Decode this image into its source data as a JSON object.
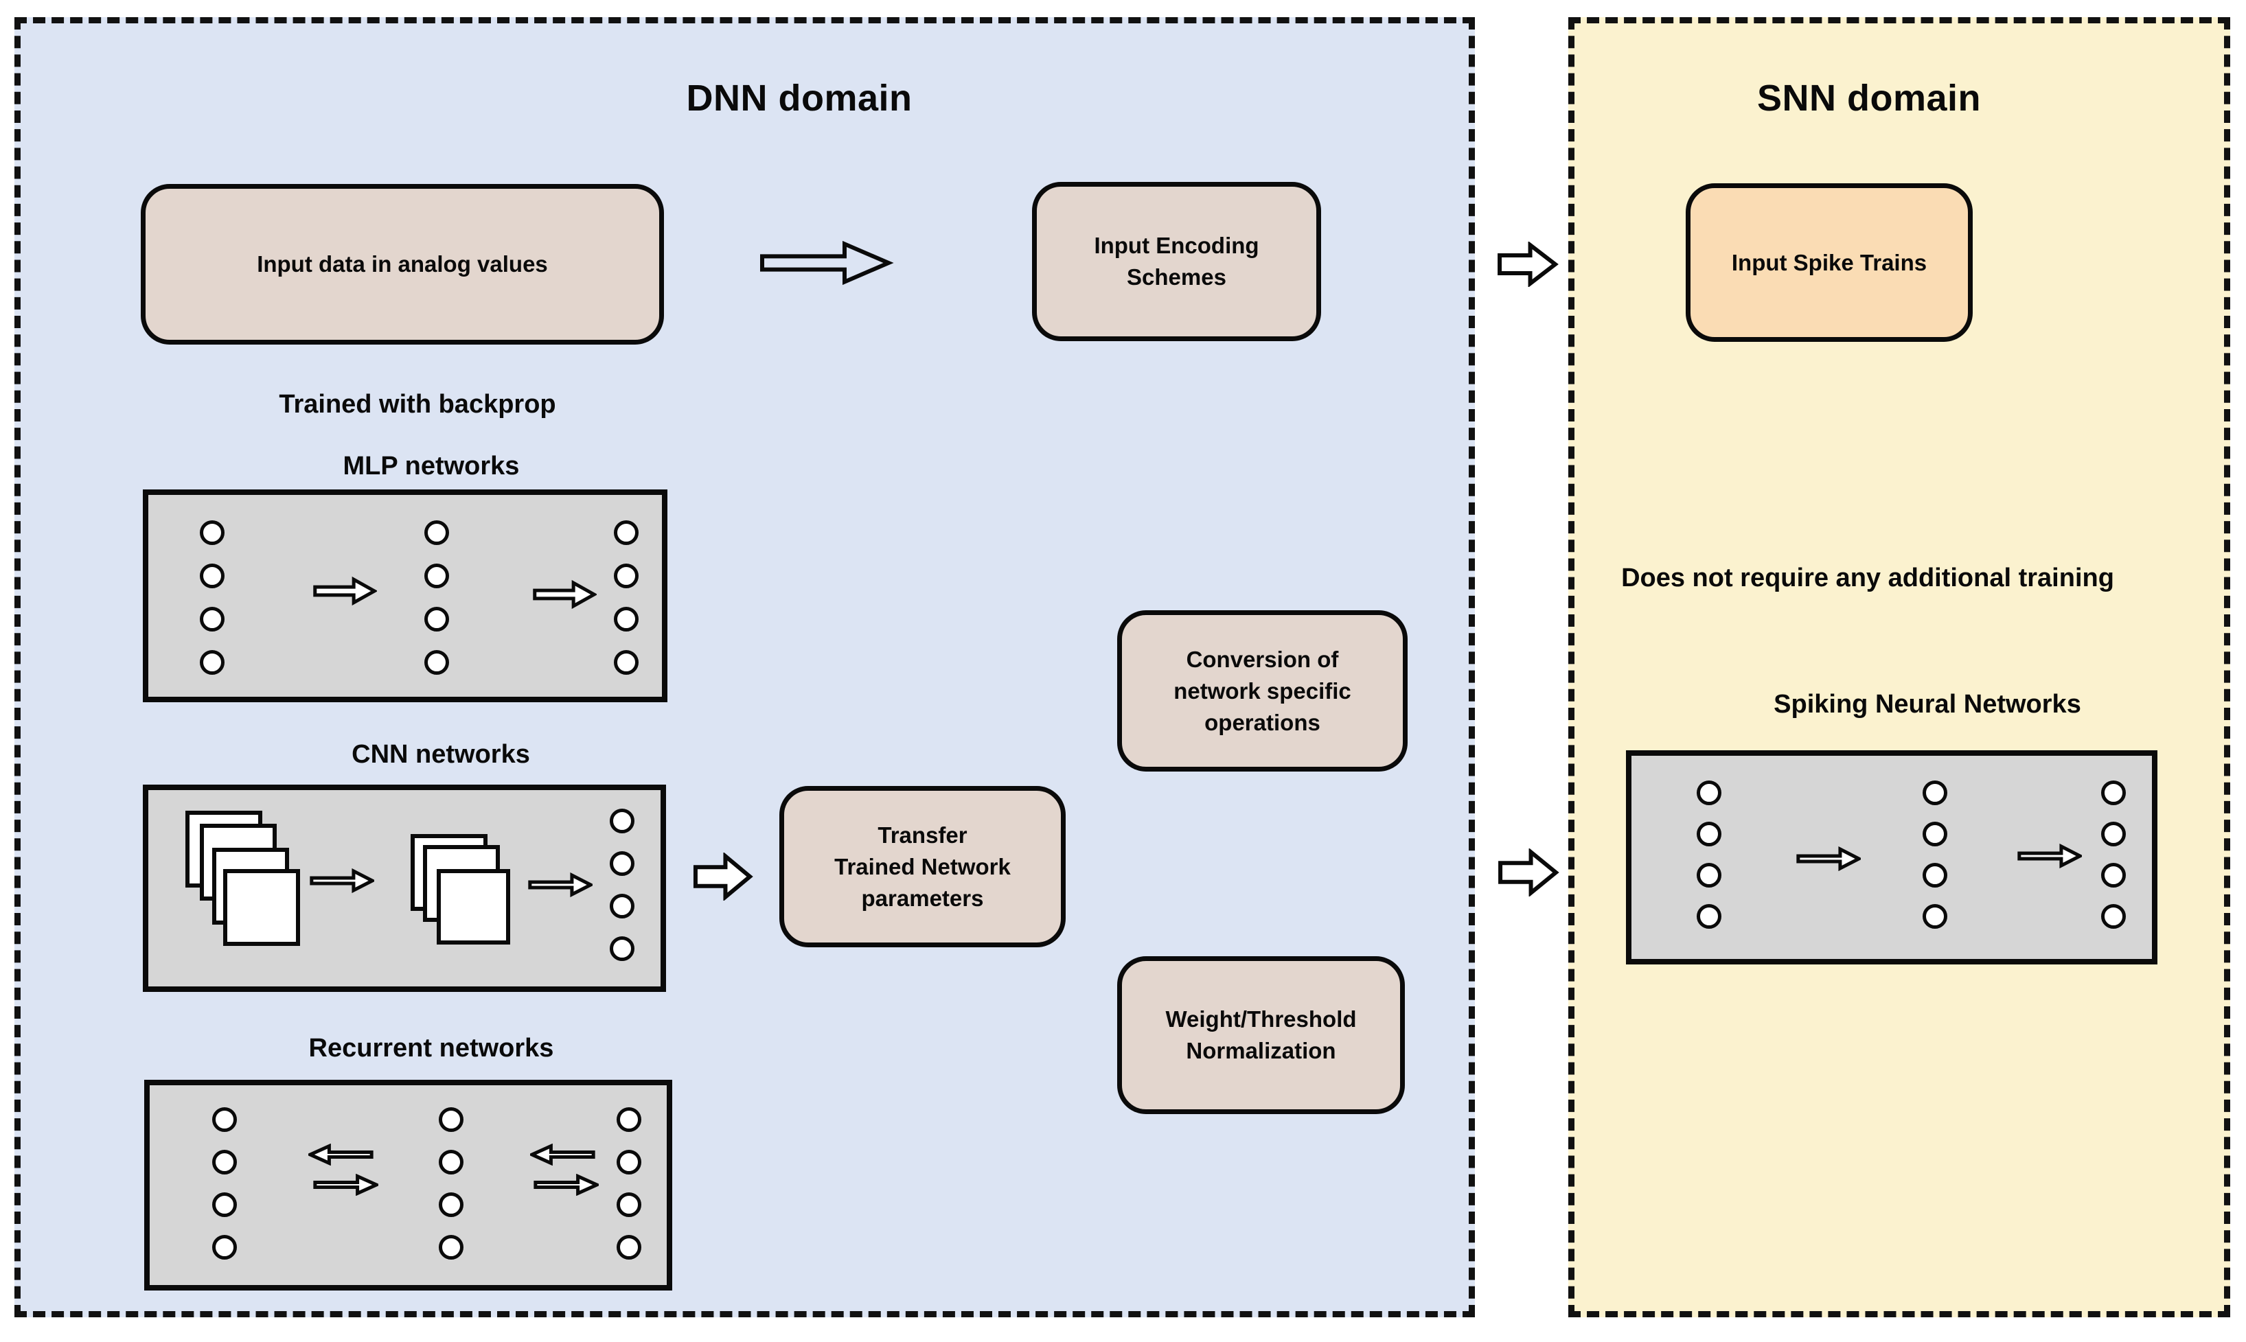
{
  "dnn": {
    "title": "DNN domain",
    "analog_box": {
      "label": "Input data in analog values"
    },
    "encoding_box": {
      "line1": "Input Encoding",
      "line2": "Schemes"
    },
    "backprop_note": "Trained with backprop",
    "mlp": {
      "label": "MLP networks"
    },
    "cnn": {
      "label": "CNN networks"
    },
    "recurrent": {
      "label": "Recurrent networks"
    },
    "transfer_box": {
      "line1": "Transfer",
      "line2": "Trained Network",
      "line3": "parameters"
    },
    "conversion_box": {
      "line1": "Conversion of",
      "line2": "network specific",
      "line3": "operations"
    },
    "normalization_box": {
      "line1": "Weight/Threshold",
      "line2": "Normalization"
    }
  },
  "snn": {
    "title": "SNN domain",
    "spike_box": {
      "label": "Input Spike Trains"
    },
    "training_note": {
      "line1": "Does not require any additional",
      "line2": "training"
    },
    "network": {
      "label": "Spiking Neural Networks"
    }
  },
  "colors": {
    "dnn_background": "#dce4f3",
    "snn_background": "#fbf2cf",
    "dnn_box_fill": "#e3d6ce",
    "snn_box_fill": "#fadcb4",
    "network_box_fill": "#d6d6d6",
    "outline": "#0a0a0a"
  }
}
